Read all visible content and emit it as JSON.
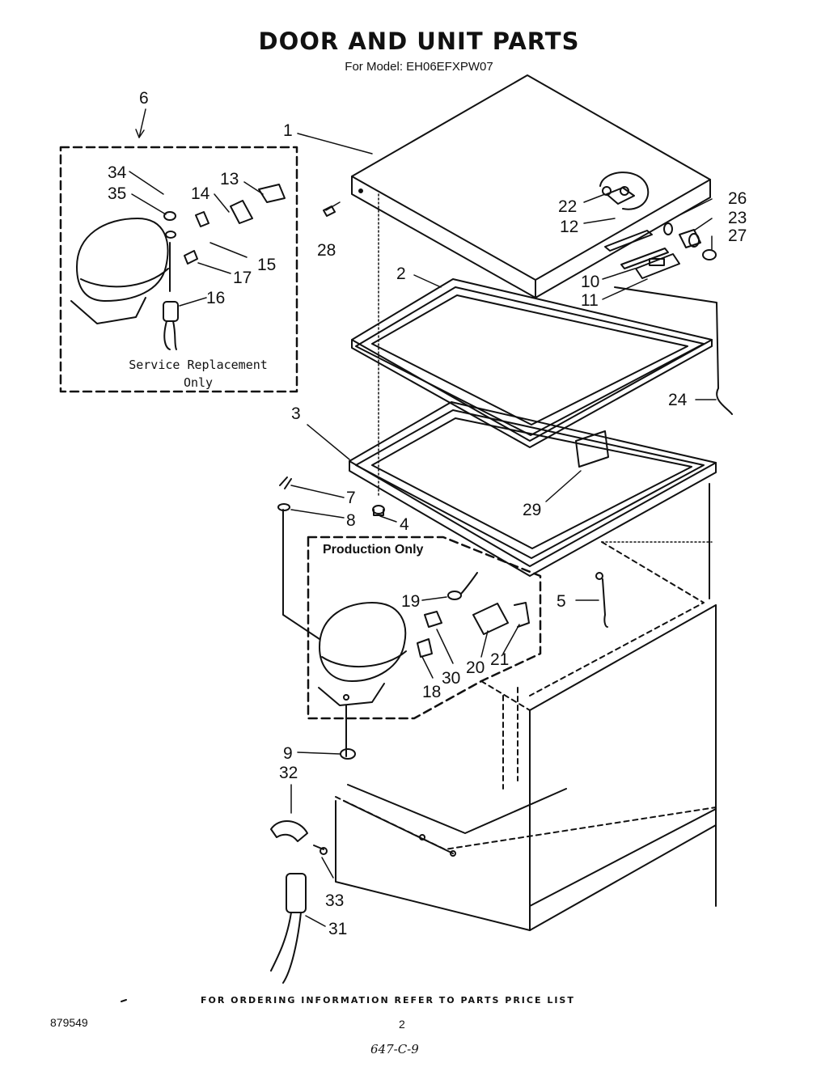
{
  "header": {
    "title": "DOOR AND UNIT PARTS",
    "model_line": "For Model: EH06EFXPW07"
  },
  "service_box": {
    "label_line1": "Service Replacement",
    "label_line2": "Only"
  },
  "production_box": {
    "label": "Production Only"
  },
  "callouts": {
    "c1": "1",
    "c2": "2",
    "c3": "3",
    "c4": "4",
    "c5": "5",
    "c6": "6",
    "c7": "7",
    "c8": "8",
    "c9": "9",
    "c10": "10",
    "c11": "11",
    "c12": "12",
    "c13": "13",
    "c14": "14",
    "c15": "15",
    "c16": "16",
    "c17": "17",
    "c18": "18",
    "c19": "19",
    "c20": "20",
    "c21": "21",
    "c22": "22",
    "c23": "23",
    "c24": "24",
    "c26": "26",
    "c27": "27",
    "c28": "28",
    "c29": "29",
    "c30": "30",
    "c31": "31",
    "c32": "32",
    "c33": "33",
    "c34": "34",
    "c35": "35"
  },
  "footer": {
    "ordering_note": "FOR ORDERING INFORMATION REFER TO PARTS PRICE LIST",
    "doc_number": "879549",
    "page_number": "2",
    "handwritten_code": "647-C-9"
  }
}
